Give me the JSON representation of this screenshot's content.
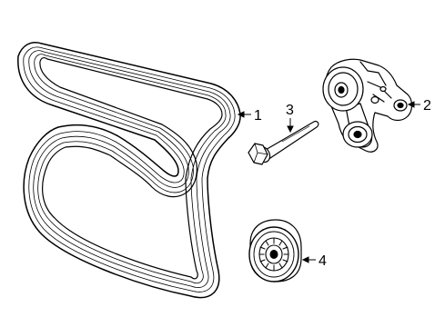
{
  "colors": {
    "ink": "#000000",
    "paper": "#ffffff"
  },
  "parts": [
    {
      "id": "1",
      "label": "1",
      "part": "serpentine-belt"
    },
    {
      "id": "2",
      "label": "2",
      "part": "belt-tensioner"
    },
    {
      "id": "3",
      "label": "3",
      "part": "bolt"
    },
    {
      "id": "4",
      "label": "4",
      "part": "idler-pulley"
    }
  ]
}
